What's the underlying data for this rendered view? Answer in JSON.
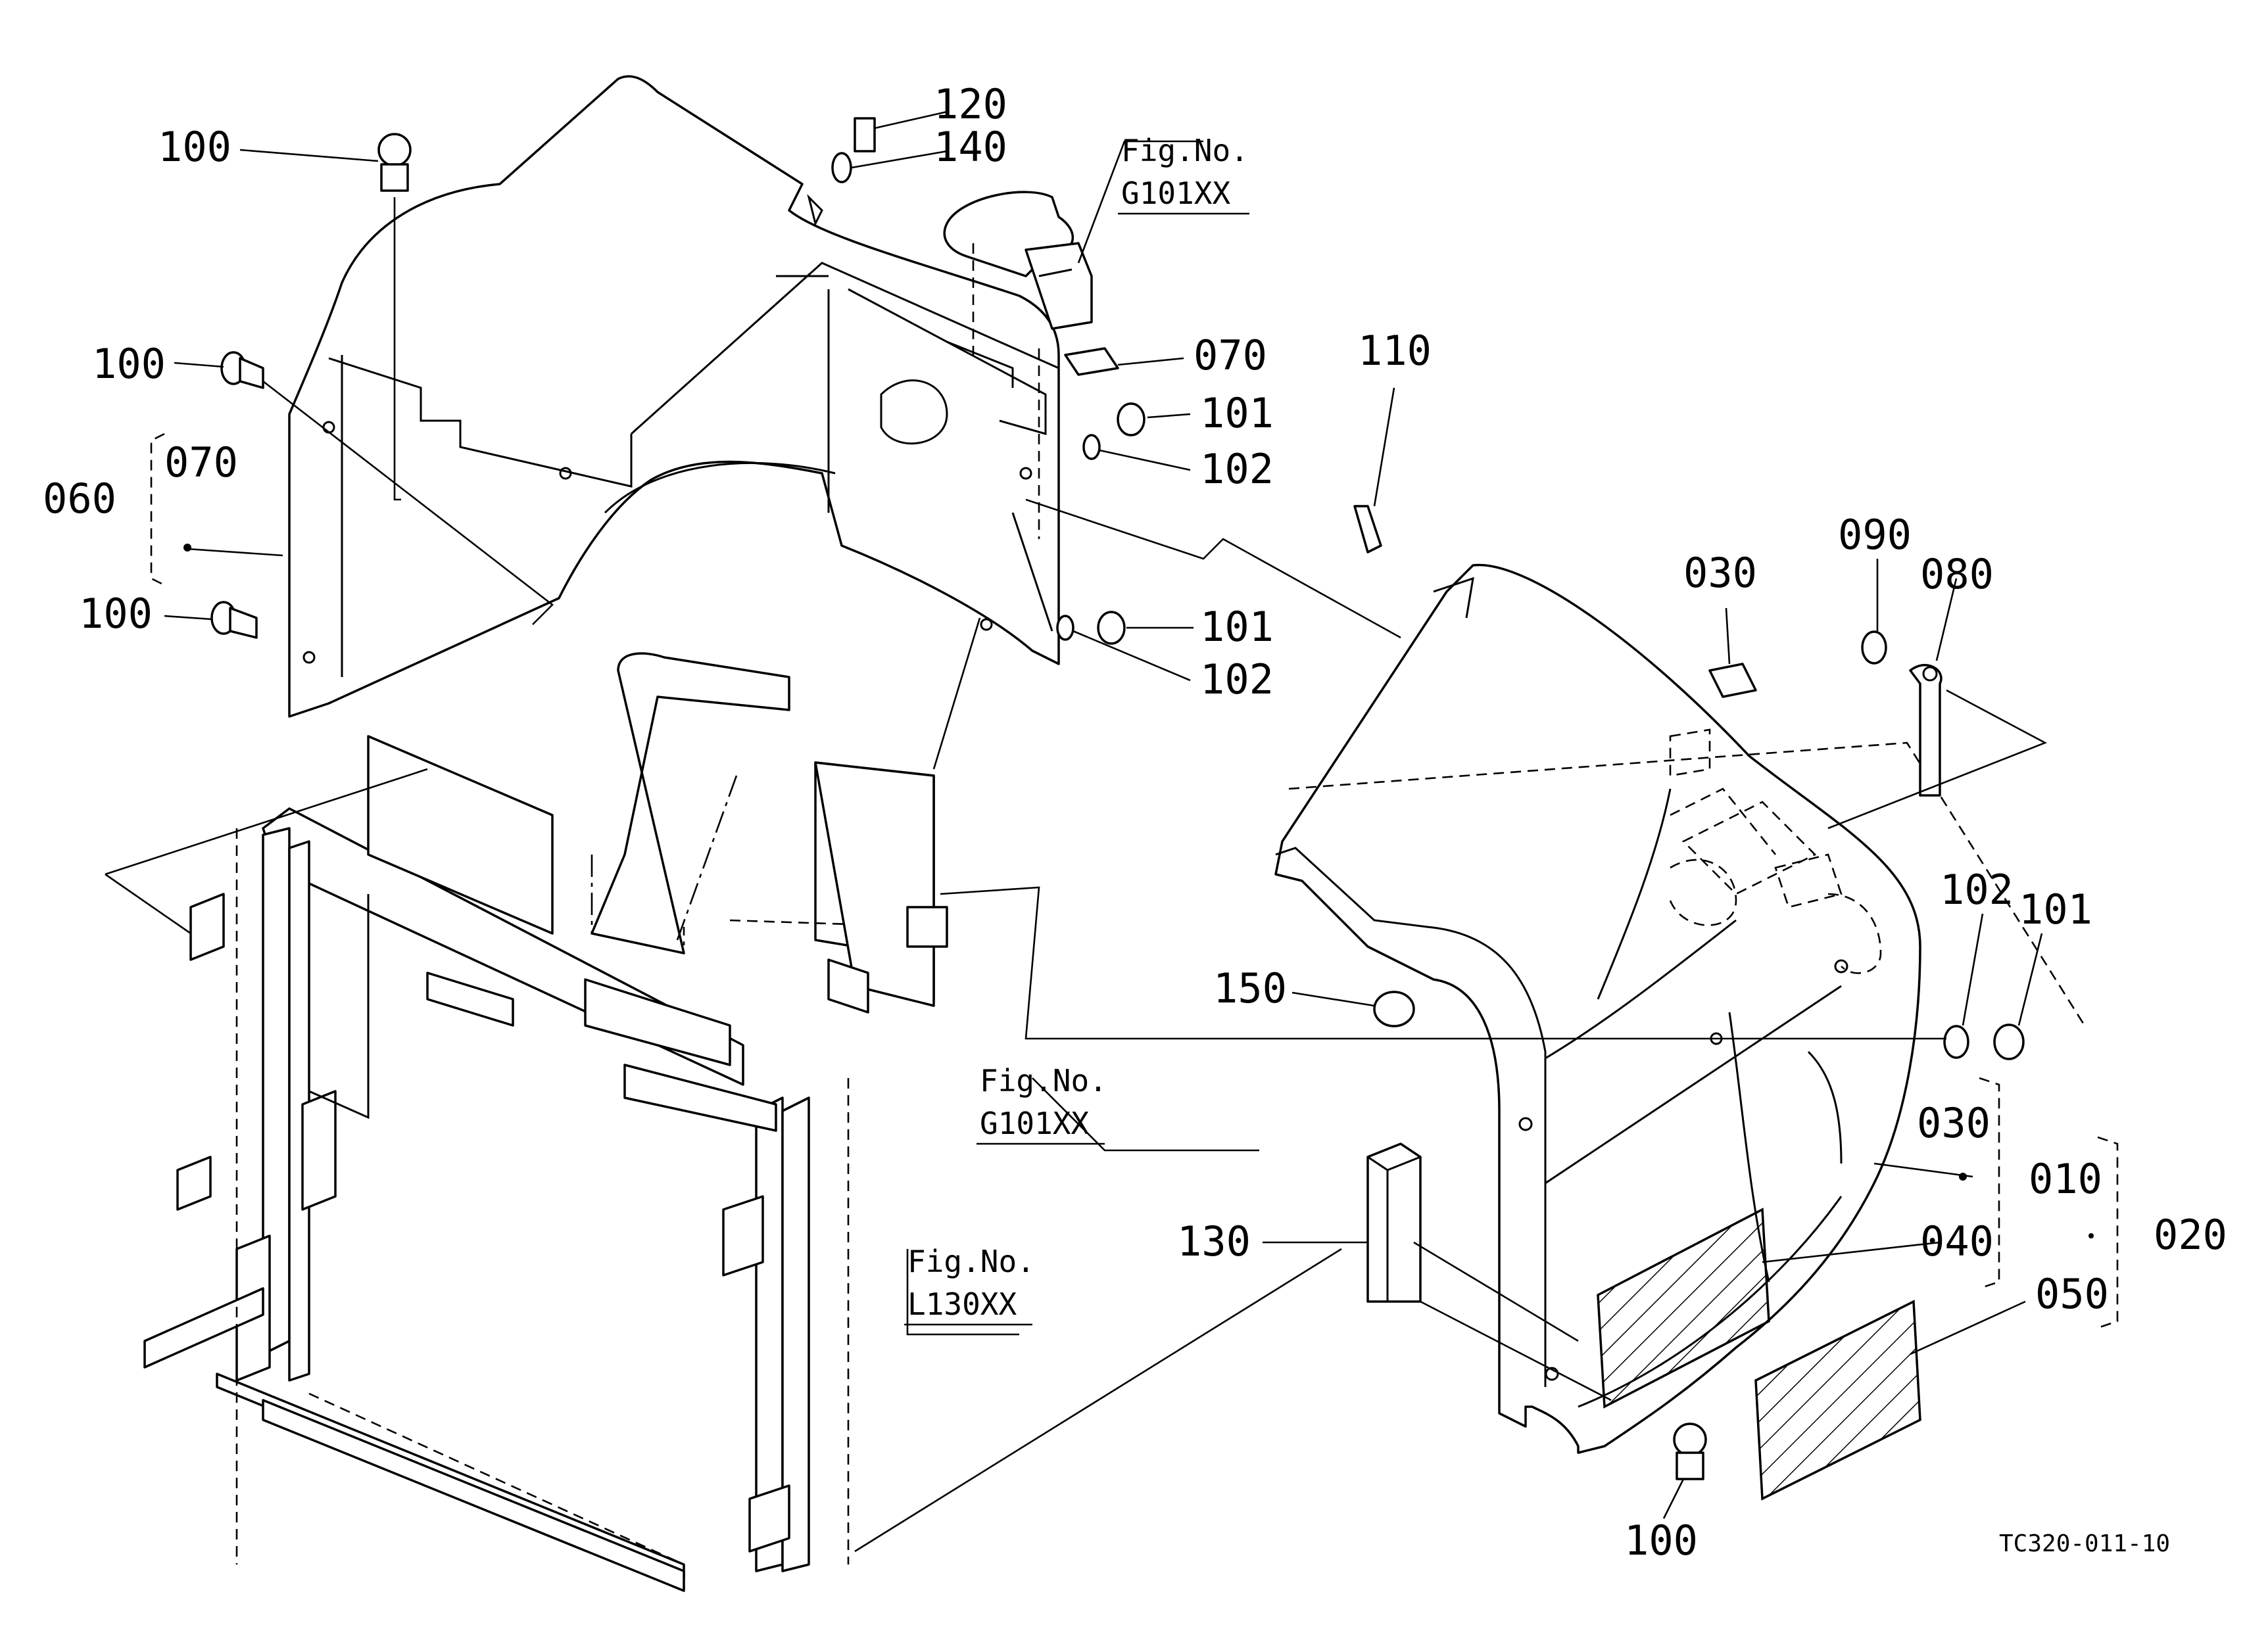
{
  "diagram": {
    "code": "TC320-011-10",
    "fig_refs": {
      "top_line1": "Fig.No.",
      "top_line2": "G101XX",
      "mid_line1": "Fig.No.",
      "mid_line2": "G101XX",
      "frame_line1": "Fig.No.",
      "frame_line2": "L130XX"
    },
    "callouts": {
      "c100_top": "100",
      "c120": "120",
      "c140": "140",
      "c100_left_a": "100",
      "c070_left": "070",
      "c060": "060",
      "c100_left_b": "100",
      "c070_right": "070",
      "c101_a": "101",
      "c102_a": "102",
      "c101_b": "101",
      "c102_b": "102",
      "c110": "110",
      "c030_top": "030",
      "c090": "090",
      "c080": "080",
      "c102_c": "102",
      "c101_c": "101",
      "c150": "150",
      "c030_right": "030",
      "c010": "010",
      "c020": "020",
      "c040": "040",
      "c050": "050",
      "c130": "130",
      "c100_bottom": "100"
    }
  }
}
